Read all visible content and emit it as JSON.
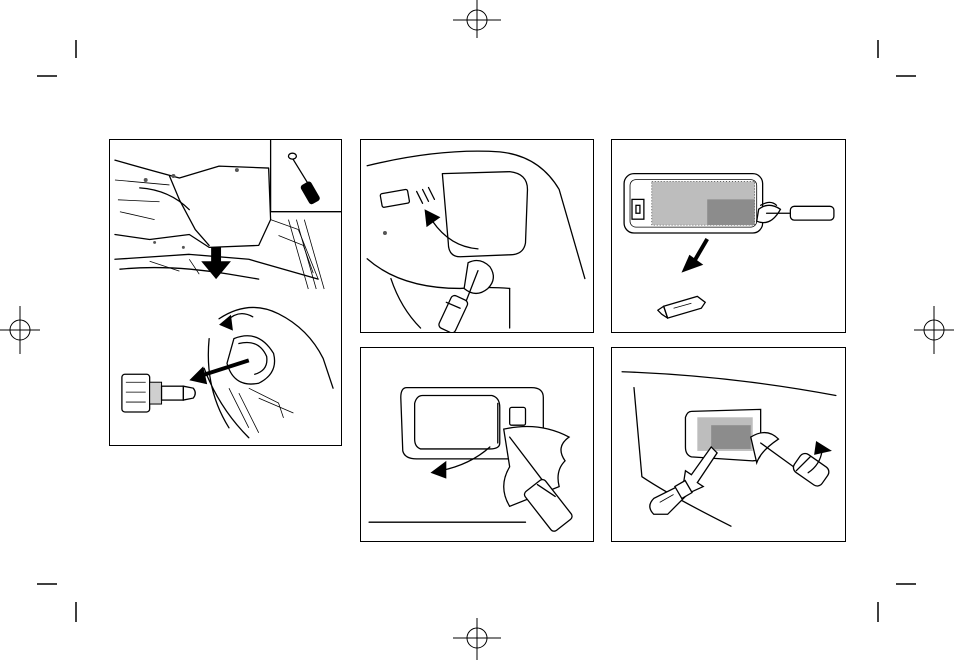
{
  "page": {
    "background": "#ffffff",
    "ink": "#000000"
  },
  "figures": [
    {
      "icon": "headlight-bulb-replacement-illustration"
    },
    {
      "icon": "map-light-lens-removal-illustration"
    },
    {
      "icon": "vanity-light-bulb-removal-illustration"
    },
    {
      "icon": "personal-light-lens-removal-illustration"
    },
    {
      "icon": "cargo-light-bulb-removal-illustration"
    }
  ],
  "print_marks": {
    "icons": [
      "registration-mark-icon",
      "crop-mark-icon"
    ]
  }
}
